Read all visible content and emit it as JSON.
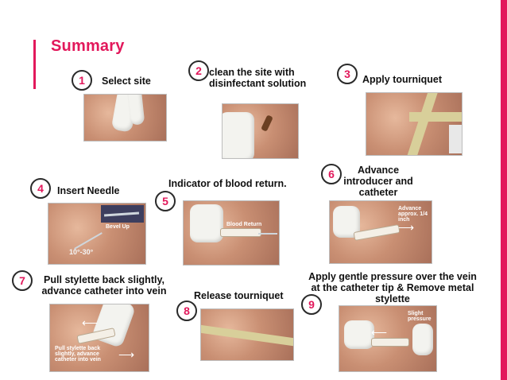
{
  "title": "Summary",
  "steps": [
    {
      "number": "1",
      "label": "Select site"
    },
    {
      "number": "2",
      "label": "clean the site with disinfectant solution"
    },
    {
      "number": "3",
      "label": "Apply tourniquet"
    },
    {
      "number": "4",
      "label": "Insert Needle"
    },
    {
      "number": "5",
      "label": "Indicator of blood return."
    },
    {
      "number": "6",
      "label": "Advance introducer and catheter"
    },
    {
      "number": "7",
      "label": "Pull stylette back slightly, advance catheter into vein"
    },
    {
      "number": "8",
      "label": "Release tourniquet"
    },
    {
      "number": "9",
      "label": "Apply gentle pressure over the vein at the catheter tip & Remove metal stylette"
    }
  ],
  "overlays": {
    "bevel": "Bevel Up",
    "angle": "10°-30°",
    "blood_return": "Blood Return",
    "advance": "Advance approx. 1/4 inch",
    "pull_back": "Pull stylette back slightly, advance catheter into vein",
    "pressure": "Slight pressure"
  },
  "colors": {
    "accent": "#e2185b",
    "skin": "#c98f73"
  }
}
